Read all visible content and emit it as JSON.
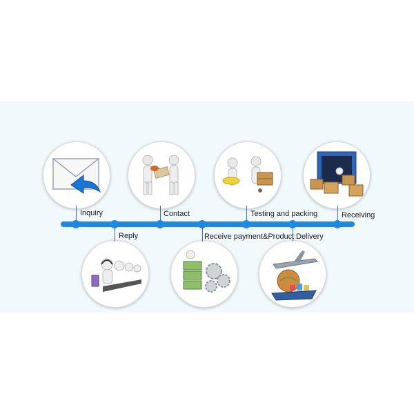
{
  "timeline": {
    "steps": [
      {
        "label": "Inquiry",
        "icon": "envelope-reply-icon"
      },
      {
        "label": "Reply",
        "icon": "call-center-icon"
      },
      {
        "label": "Contact",
        "icon": "handshake-figures-icon"
      },
      {
        "label": "Receive payment&Product",
        "icon": "money-gears-icon"
      },
      {
        "label": "Testing and packing",
        "icon": "measure-pack-figures-icon"
      },
      {
        "label": "Delivery",
        "icon": "plane-globe-ship-icon"
      },
      {
        "label": "Receiving",
        "icon": "container-boxes-icon"
      }
    ]
  },
  "colors": {
    "axis": "#1e88e5",
    "band": "#f2f9fd",
    "stem": "#3e6fb0",
    "arrow": "#1976d2"
  }
}
